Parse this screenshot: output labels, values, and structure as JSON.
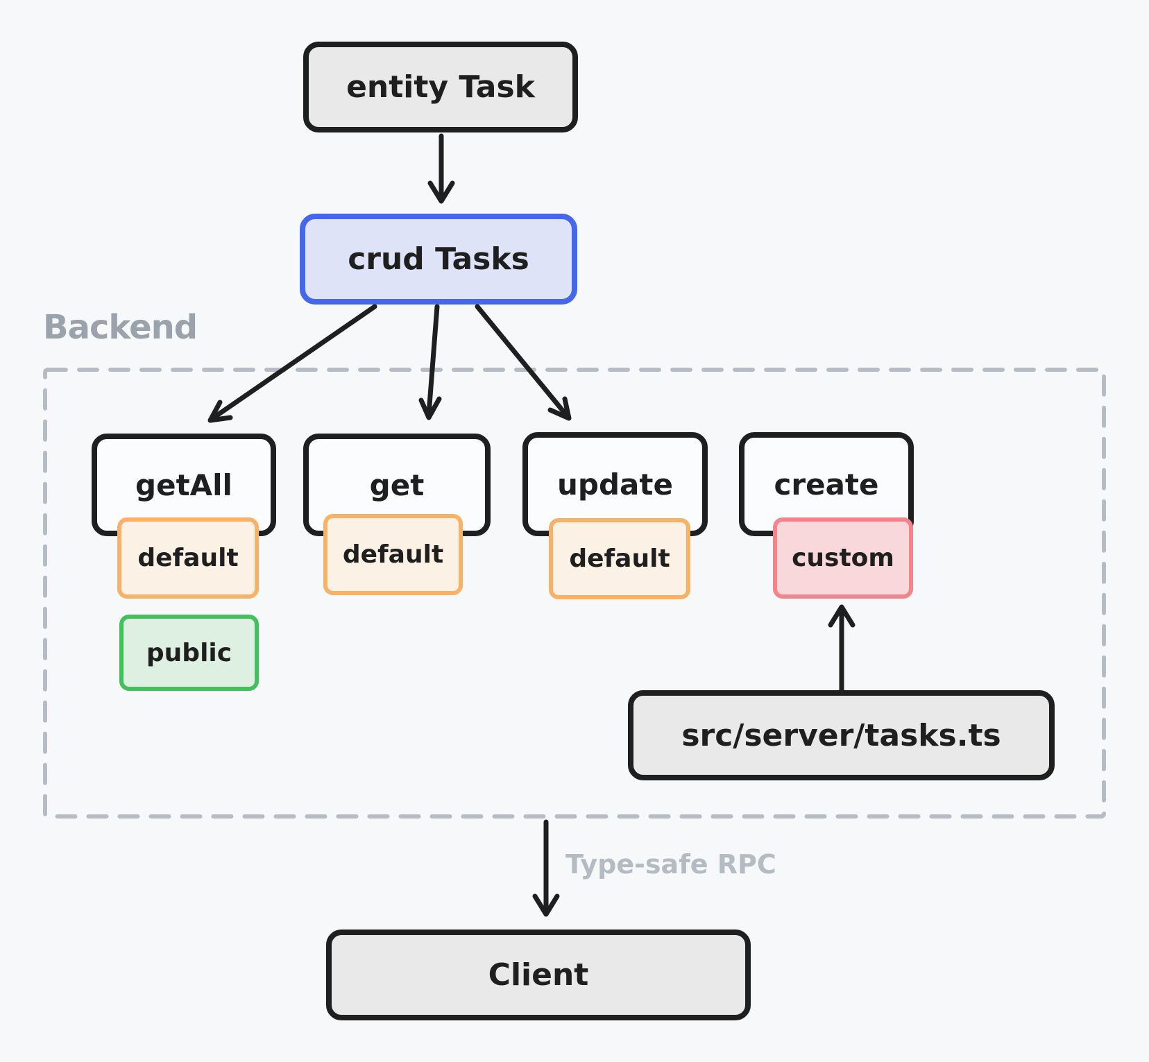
{
  "backend_group": {
    "label": "Backend"
  },
  "nodes": {
    "entity": {
      "label": "entity Task"
    },
    "crud": {
      "label": "crud Tasks"
    },
    "methods": [
      {
        "label": "getAll",
        "badges": [
          {
            "label": "default",
            "kind": "default"
          },
          {
            "label": "public",
            "kind": "public"
          }
        ]
      },
      {
        "label": "get",
        "badges": [
          {
            "label": "default",
            "kind": "default"
          }
        ]
      },
      {
        "label": "update",
        "badges": [
          {
            "label": "default",
            "kind": "default"
          }
        ]
      },
      {
        "label": "create",
        "badges": [
          {
            "label": "custom",
            "kind": "custom"
          }
        ]
      }
    ],
    "server_file": {
      "label": "src/server/tasks.ts"
    },
    "client": {
      "label": "Client"
    }
  },
  "edges": {
    "rpc_label": "Type-safe RPC"
  },
  "colors": {
    "background": "#f7f8fa",
    "stroke": "#1f1f1f",
    "gray_node_fill": "#e9e9e9",
    "crud_fill": "#dfe3f8",
    "crud_border": "#4667ec",
    "badge_default_fill": "#fbf1e4",
    "badge_default_border": "#f7b267",
    "badge_custom_fill": "#f8d8da",
    "badge_custom_border": "#f5838c",
    "badge_public_fill": "#def0e1",
    "badge_public_border": "#42c05b",
    "backend_label_color": "#9aa2ac",
    "rpc_label_color": "#b4bbc3",
    "dashed_border_color": "#b6bcc4"
  }
}
